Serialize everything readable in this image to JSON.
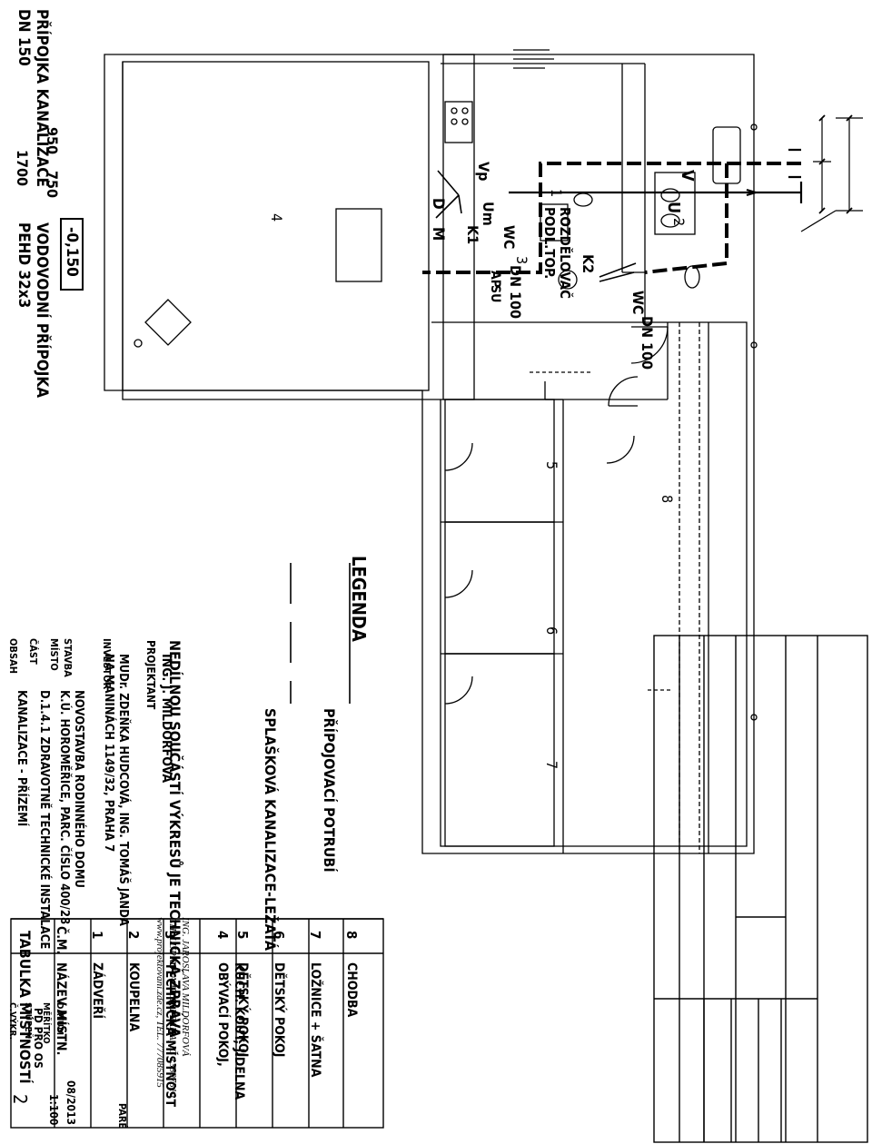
{
  "connections": {
    "sewer": [
      "PŘÍPOJKA KANALIZACE",
      "DN 150"
    ],
    "water": [
      "VODOVODNÍ PŘÍPOJKA",
      "PEHD 32x3"
    ],
    "dims": {
      "total": "1700",
      "a": "950",
      "b": "750"
    }
  },
  "plan_labels": {
    "vp": "Vp",
    "um": "Um",
    "k1": "K1",
    "k2": "K2",
    "d": "D",
    "m": "M",
    "wc1": "WC",
    "wc2": "WC",
    "v": "V",
    "u": "U",
    "dn100a": "DN 100",
    "dn100b": "DN 100",
    "rozdelovac": [
      "ROZDĚLOVAČ",
      "PODL.TOP."
    ],
    "ap": "AP",
    "su": "SU",
    "level": "-0,150"
  },
  "room_numbers": {
    "r1": "1",
    "r2": "2",
    "r3": "3",
    "r4": "4",
    "r5": "5",
    "r6": "6",
    "r7": "7",
    "r8": "8"
  },
  "room_table": {
    "title": "TABULKA MÍSTNOSTÍ",
    "header": {
      "num": "Č.M.",
      "name": "NÁZEV MÍSTN."
    },
    "rows": [
      {
        "num": "1",
        "lines": [
          "ZÁDVEŘÍ"
        ]
      },
      {
        "num": "2",
        "lines": [
          "KOUPELNA"
        ]
      },
      {
        "num": "3",
        "lines": [
          "TECHNICKÁ MÍSTNOST"
        ]
      },
      {
        "num": "4",
        "lines": [
          "OBÝVACÍ POKOJ,",
          "KUCH. KOUT, JÍDELNA"
        ]
      },
      {
        "num": "5",
        "lines": [
          "DĚTSKÝ POKOJ"
        ]
      },
      {
        "num": "6",
        "lines": [
          "DĚTSKÝ POKOJ"
        ]
      },
      {
        "num": "7",
        "lines": [
          "LOŽNICE + ŠATNA"
        ]
      },
      {
        "num": "8",
        "lines": [
          "CHODBA"
        ]
      }
    ]
  },
  "legend": {
    "title": "LEGENDA",
    "solid": "PŘÍPOJOVACÍ POTRUBÍ",
    "dashed": "SPLAŠKOVÁ KANALIZACE-LEŽATÁ"
  },
  "note": "NEDÍLNOU SOUČÁSTÍ VÝKRESŮ JE TECHNICKÁ ZPRÁVA",
  "title_block": {
    "projektant_label": "PROJEKTANT",
    "projektant": "ING. J. MILDORFOVÁ",
    "office": [
      "ING. JAROSLAVA MILDORFOVÁ",
      "CHALUPKOVA 1365, PRAHA, IČ 13807510",
      "www.projektovani.zde.cz,  TEL. 777085915"
    ],
    "pare_label": "PARÉ",
    "investor_label": "INVESTOR",
    "investor": [
      "MUDr. ZDEŇKA HUDCOVÁ, ING. TOMÁŠ JANDA",
      "NA MANINÁCH 1149/32, PRAHA 7"
    ],
    "stavba_label": "STAVBA",
    "stavba": "NOVOSTAVBA RODINNÉHO DOMU",
    "misto_label": "MÍSTO",
    "misto": "K.Ú. HOROMĚŘICE, PARC. ČÍSLO 400/28",
    "cast_label": "ČÁST",
    "cast": "D.1.4.1 ZDRAVOTNĚ TECHNICKÉ INSTALACE",
    "obsah_label": "OBSAH",
    "obsah": "KANALIZACE - PŘÍZEMÍ",
    "datum_label": "DATUM",
    "datum": "08/2013",
    "meritko_label": "MĚŘÍTKO",
    "meritko": "1:100",
    "stupen_label": "STUPEŇ",
    "stupen": "PD PRO OS",
    "cvykr_label": "Č.VÝKR.",
    "cvykr": "2"
  }
}
